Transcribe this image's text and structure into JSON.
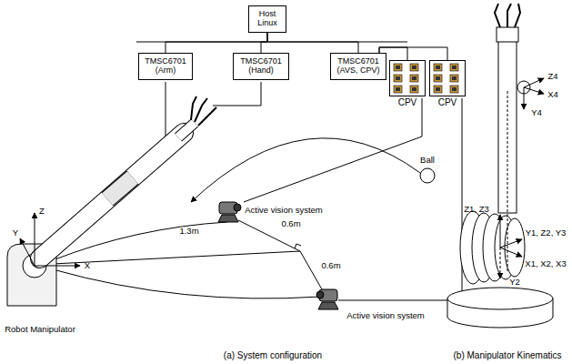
{
  "diagram": {
    "nodes": [
      {
        "text": [
          "Host Linux"
        ]
      },
      {
        "text": [
          "TMSC6701 (Arm)"
        ]
      },
      {
        "text": [
          "TMSC6701 (Hand)"
        ]
      },
      {
        "text": [
          "TMSC6701 (AVS, CPV)"
        ]
      },
      {
        "text": [
          "CPV"
        ]
      },
      {
        "text": [
          "CPV"
        ]
      }
    ],
    "edges": [
      {
        "from": 0,
        "to": 1,
        "arrow": "none"
      },
      {
        "from": 0,
        "to": 2,
        "arrow": "none"
      },
      {
        "from": 0,
        "to": 3,
        "arrow": "none"
      },
      {
        "from": 3,
        "to": 4,
        "arrow": "none"
      },
      {
        "from": 3,
        "to": 5,
        "arrow": "none"
      }
    ],
    "labels": [
      "Robot Manipulator",
      "Active vision system",
      "Active vision system",
      "Ball",
      "1.3m",
      "0.6m",
      "0.6m",
      "X",
      "Y",
      "Z",
      "Z4",
      "X4",
      "Y4",
      "Z1, Z3",
      "Y1, Z2, Y3",
      "X1, X2, X3",
      "Y2",
      "(a) System configuration",
      "(b) Manipulator Kinematics"
    ]
  }
}
